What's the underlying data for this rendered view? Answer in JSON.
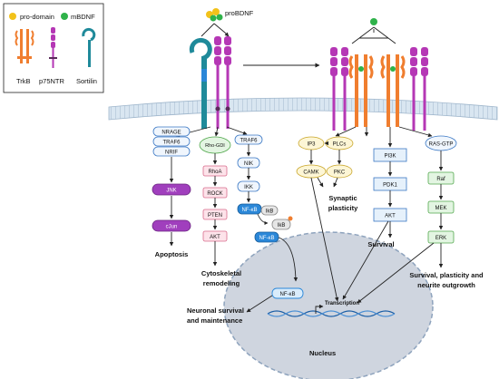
{
  "legend": {
    "pro_domain": "pro-domain",
    "mbdnf": "mBDNF",
    "trkb": "TrkB",
    "p75ntr": "p75NTR",
    "sortilin": "Sortilin"
  },
  "ligand": {
    "probdnf": "proBDNF"
  },
  "apoptosis_path": {
    "nodes": [
      "NRAGE",
      "TRAF6",
      "NRIF",
      "JNK",
      "cJun"
    ],
    "outcome": "Apoptosis"
  },
  "cytoskeletal_path": {
    "nodes": [
      "Rho-GDI",
      "RhoA",
      "ROCK",
      "PTEN",
      "AKT"
    ],
    "outcome_line1": "Cytoskeletal",
    "outcome_line2": "remodeling"
  },
  "nfkb_path": {
    "nodes": [
      "TRAF6",
      "NIK",
      "IKK",
      "NF-κB",
      "IkB",
      "IkB",
      "NF-κB"
    ]
  },
  "plc_path": {
    "nodes": [
      "IP3",
      "PLCs",
      "CAMK",
      "PKC"
    ],
    "outcome_line1": "Synaptic",
    "outcome_line2": "plasticity"
  },
  "pi3k_path": {
    "nodes": [
      "PI3K",
      "PDK1",
      "AKT"
    ],
    "outcome": "Survival"
  },
  "ras_path": {
    "nodes": [
      "RAS-GTP",
      "Raf",
      "MEK",
      "ERK"
    ],
    "outcome_line1": "Survival, plasticity and",
    "outcome_line2": "neurite outgrowth"
  },
  "nucleus": {
    "nfkb": "NF-κB",
    "transcription": "Transcription",
    "label": "Nucleus",
    "outcome_line1": "Neuronal survival",
    "outcome_line2": "and maintenance"
  },
  "colors": {
    "orange": "#f07e2f",
    "purple": "#b537b5",
    "teal": "#1f8a9a",
    "blue": "#2a87d8",
    "membrane": "#c8d8e6",
    "nucleus": "#c9d0dc",
    "green": "#2fb24a",
    "yellow": "#f2c21a"
  }
}
